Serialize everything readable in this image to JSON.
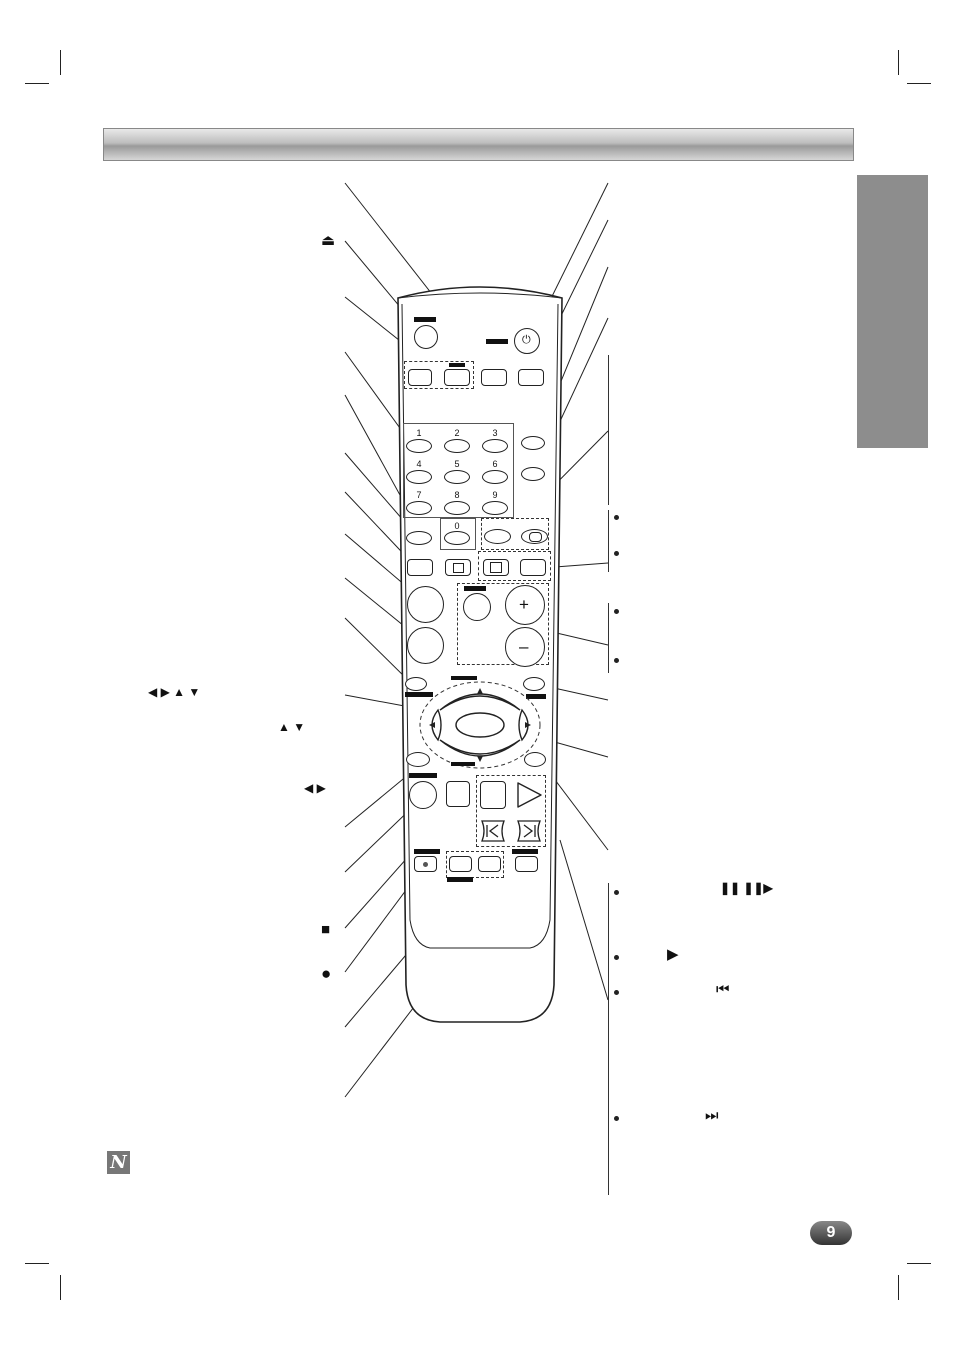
{
  "page": {
    "number": "9"
  },
  "left_symbols": {
    "eject": "⏏",
    "arrows_all": "◀ ▶ ▲ ▼",
    "arrows_updown": "▲ ▼",
    "arrows_leftright": "◀ ▶",
    "stop": "■",
    "record": "●"
  },
  "right_symbols": {
    "pause_step": "❚❚ ❚❚▶",
    "play": "▶",
    "skip_back": "⏮",
    "skip_forward": "⏭"
  },
  "remote": {
    "power_symbol": "⏻",
    "digits": [
      "1",
      "2",
      "3",
      "4",
      "5",
      "6",
      "7",
      "8",
      "9",
      "0"
    ],
    "vol_plus": "+",
    "vol_minus": "–"
  },
  "icons": [
    "note-icon",
    "eject-icon",
    "power-icon",
    "play-icon",
    "stop-icon",
    "record-icon",
    "skip-back-icon",
    "skip-forward-icon",
    "pause-step-icon"
  ]
}
